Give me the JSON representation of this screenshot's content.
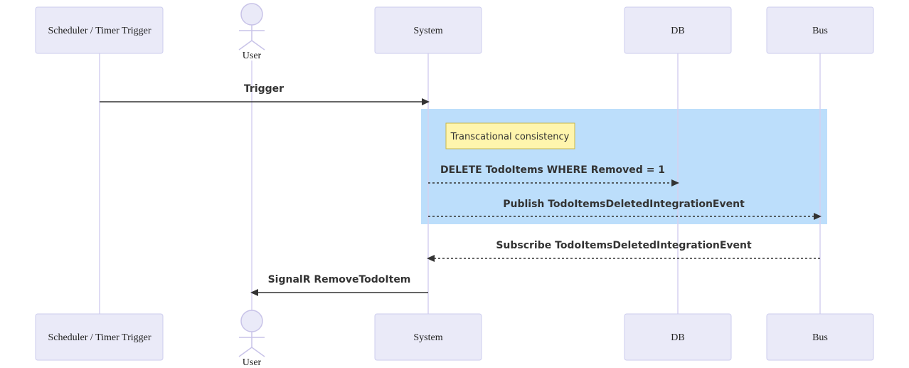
{
  "participants": {
    "scheduler": "Scheduler / Timer Trigger",
    "user": "User",
    "system": "System",
    "db": "DB",
    "bus": "Bus"
  },
  "messages": {
    "trigger": "Trigger",
    "delete": "DELETE TodoItems WHERE Removed = 1",
    "publish": "Publish TodoItemsDeletedIntegrationEvent",
    "subscribe": "Subscribe TodoItemsDeletedIntegrationEvent",
    "signalr": "SignalR RemoveTodoItem"
  },
  "notes": {
    "transactional": "Transcational consistency"
  },
  "colors": {
    "actor_fill": "#eaeaf8",
    "actor_stroke": "#ccccee",
    "lifeline": "#d5d0f0",
    "group_fill": "#bcdefb",
    "note_fill": "#fff5ad",
    "arrow": "#333333"
  }
}
